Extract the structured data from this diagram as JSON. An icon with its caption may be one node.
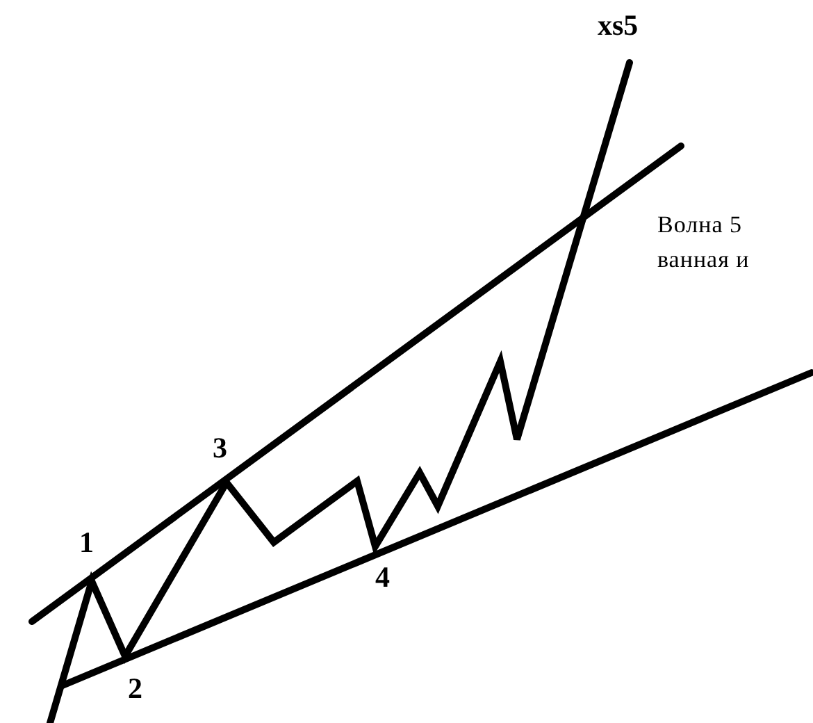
{
  "diagram": {
    "labels": [
      "xs5",
      "Волна 5",
      "ванная и",
      "3",
      "1",
      "4",
      "2"
    ]
  }
}
